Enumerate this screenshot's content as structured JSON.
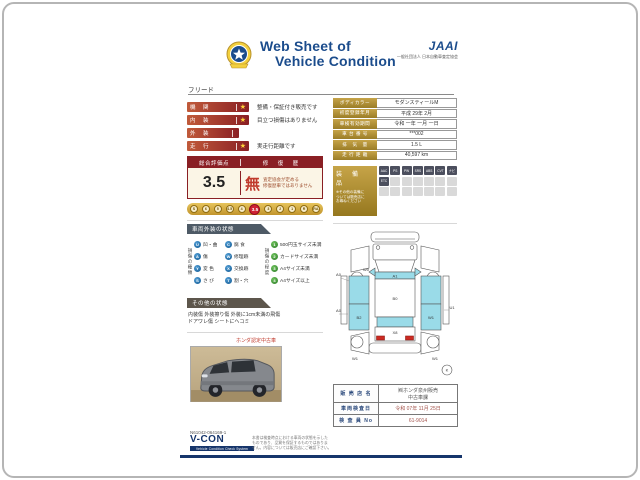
{
  "header": {
    "title_line1": "Web Sheet of",
    "title_line2": "Vehicle Condition",
    "brand": "JAAI",
    "brand_sub": "一般社団法人 日本自動車査定協会",
    "model": "フリード"
  },
  "ratings": {
    "rows": [
      {
        "label": "機　関",
        "star": "★",
        "comment": "整備・保証付き販売です"
      },
      {
        "label": "内　装",
        "star": "★",
        "comment": "目立つ損傷はありません"
      },
      {
        "label": "外　装",
        "star": "",
        "comment": ""
      },
      {
        "label": "走　行",
        "star": "★",
        "comment": "実走行距離です"
      }
    ]
  },
  "evaluation": {
    "score_header": "総合評価点",
    "repair_header": "修　復　歴",
    "score": "3.5",
    "repair": "無",
    "repair_note1": "査定協会が定める",
    "repair_note2": "修復歴車ではありません",
    "scale": [
      "S",
      "6",
      "5",
      "4.5",
      "4",
      "3.5",
      "3",
      "2",
      "1",
      "R",
      "RA"
    ],
    "scale_selected": "3.5"
  },
  "exterior": {
    "section_title": "車両外装の状態",
    "types_title": "損傷の種類",
    "types": [
      {
        "code": "U",
        "label": "凹・曲"
      },
      {
        "code": "C",
        "label": "腐 食"
      },
      {
        "code": "A",
        "label": "傷"
      },
      {
        "code": "W",
        "label": "修理跡"
      },
      {
        "code": "Y",
        "label": "変 色"
      },
      {
        "code": "X",
        "label": "交換跡"
      },
      {
        "code": "S",
        "label": "さ び"
      },
      {
        "code": "T",
        "label": "割・穴"
      }
    ],
    "degrees_title": "損傷の程度",
    "degrees": [
      {
        "num": "1",
        "label": "500円玉サイズ未満"
      },
      {
        "num": "2",
        "label": "カードサイズ未満"
      },
      {
        "num": "3",
        "label": "A4サイズ未満"
      },
      {
        "num": "4",
        "label": "A4サイズ以上"
      }
    ]
  },
  "other": {
    "section_title": "その他の状態",
    "line1": "内装傷 外装擦り傷 外装に1cm未満の飛傷",
    "line2": "ドアワレ傷 シートにヘコミ"
  },
  "photo": {
    "caption": "ホンダ認定中古車"
  },
  "info": {
    "rows": [
      {
        "label": "ボディカラー",
        "value": "モダンスティールM"
      },
      {
        "label": "初度登録年月",
        "value": "平成 29年 2月"
      },
      {
        "label": "車検有効期間",
        "value": "令和 一年 一月 一日"
      },
      {
        "label": "車 台 番 号",
        "value": "***002"
      },
      {
        "label": "排　気　量",
        "value": "1.5 L"
      },
      {
        "label": "走 行 距 離",
        "value": "40,597 km"
      }
    ]
  },
  "equipment": {
    "title": "装　備　品",
    "note1": "※その他の装備に",
    "note2": "ついては販売店に",
    "note3": "お尋ねください",
    "badges": [
      "AAC",
      "PS",
      "PW",
      "SRS",
      "ABS",
      "CVT",
      "ナビ",
      "ETC"
    ]
  },
  "diagram": {
    "labels": {
      "front_left": "A0",
      "cowl": "W0",
      "windshield_bar": "A1",
      "roof": "B0",
      "side_left": "A0",
      "rear_left_door": "B2",
      "rear_right_door": "W1",
      "right_side": "U1",
      "quarter_left": "W1",
      "quarter_right": "W1",
      "tailgate": "X8",
      "corner_mark": "K"
    }
  },
  "sales": {
    "rows": [
      {
        "label": "販 売 店 名",
        "value": "㈱ホンダ泉州販売",
        "value2": "中古車課"
      },
      {
        "label": "車両検査日",
        "value": "令和 07年 11月 25日"
      },
      {
        "label": "検 査 員 No",
        "value": "61-9014"
      }
    ]
  },
  "footer": {
    "serial": "N61042-064169-1",
    "system": "V-CON",
    "system_sub": "Vehicle Condition Check System",
    "disclaimer1": "本書は検査時点における車両の状態を示した",
    "disclaimer2": "ものであり、品質を保証するものではありま",
    "disclaimer3": "せん。内容については販売店にご確認下さい。"
  }
}
